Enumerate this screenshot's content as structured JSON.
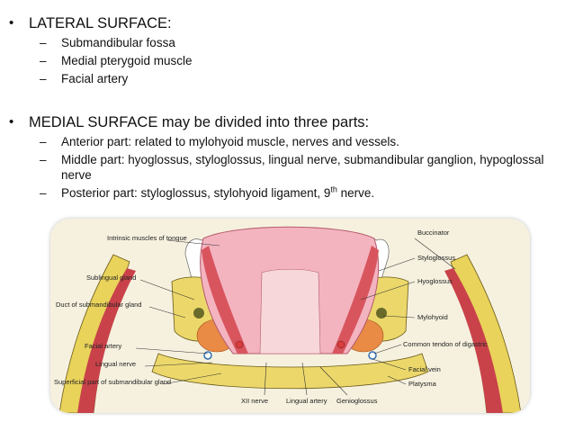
{
  "lateral": {
    "heading": "LATERAL SURFACE:",
    "items": [
      "Submandibular fossa",
      "Medial pterygoid muscle",
      "Facial artery"
    ]
  },
  "medial": {
    "heading": "MEDIAL SURFACE may be divided into three parts:",
    "items": [
      "Anterior part: related to mylohyoid muscle, nerves and vessels.",
      "Middle part: hyoglossus, styloglossus, lingual nerve, submandibular ganglion, hypoglossal nerve"
    ],
    "posterior": {
      "before": "Posterior part: styloglossus, stylohyoid ligament, 9",
      "sup": "th",
      "after": " nerve."
    }
  },
  "bullet_glyph": "•",
  "dash_glyph": "–",
  "figure_labels": {
    "intrinsic": "Intrinsic muscles of tongue",
    "sublingual": "Sublingual gland",
    "duct": "Duct of submandibular gland",
    "facial_artery": "Facial artery",
    "lingual_nerve": "Lingual nerve",
    "superficial": "Superficial part of submandibular gland",
    "xii": "XII nerve",
    "lingual_artery": "Lingual artery",
    "genioglossus": "Genioglossus",
    "buccinator": "Buccinator",
    "styloglossus": "Styloglossus",
    "hyoglossus": "Hyoglossus",
    "mylohyoid": "Mylohyoid",
    "digastric": "Common tendon of digastric",
    "facial_vein": "Facial vein",
    "platysma": "Platysma"
  }
}
